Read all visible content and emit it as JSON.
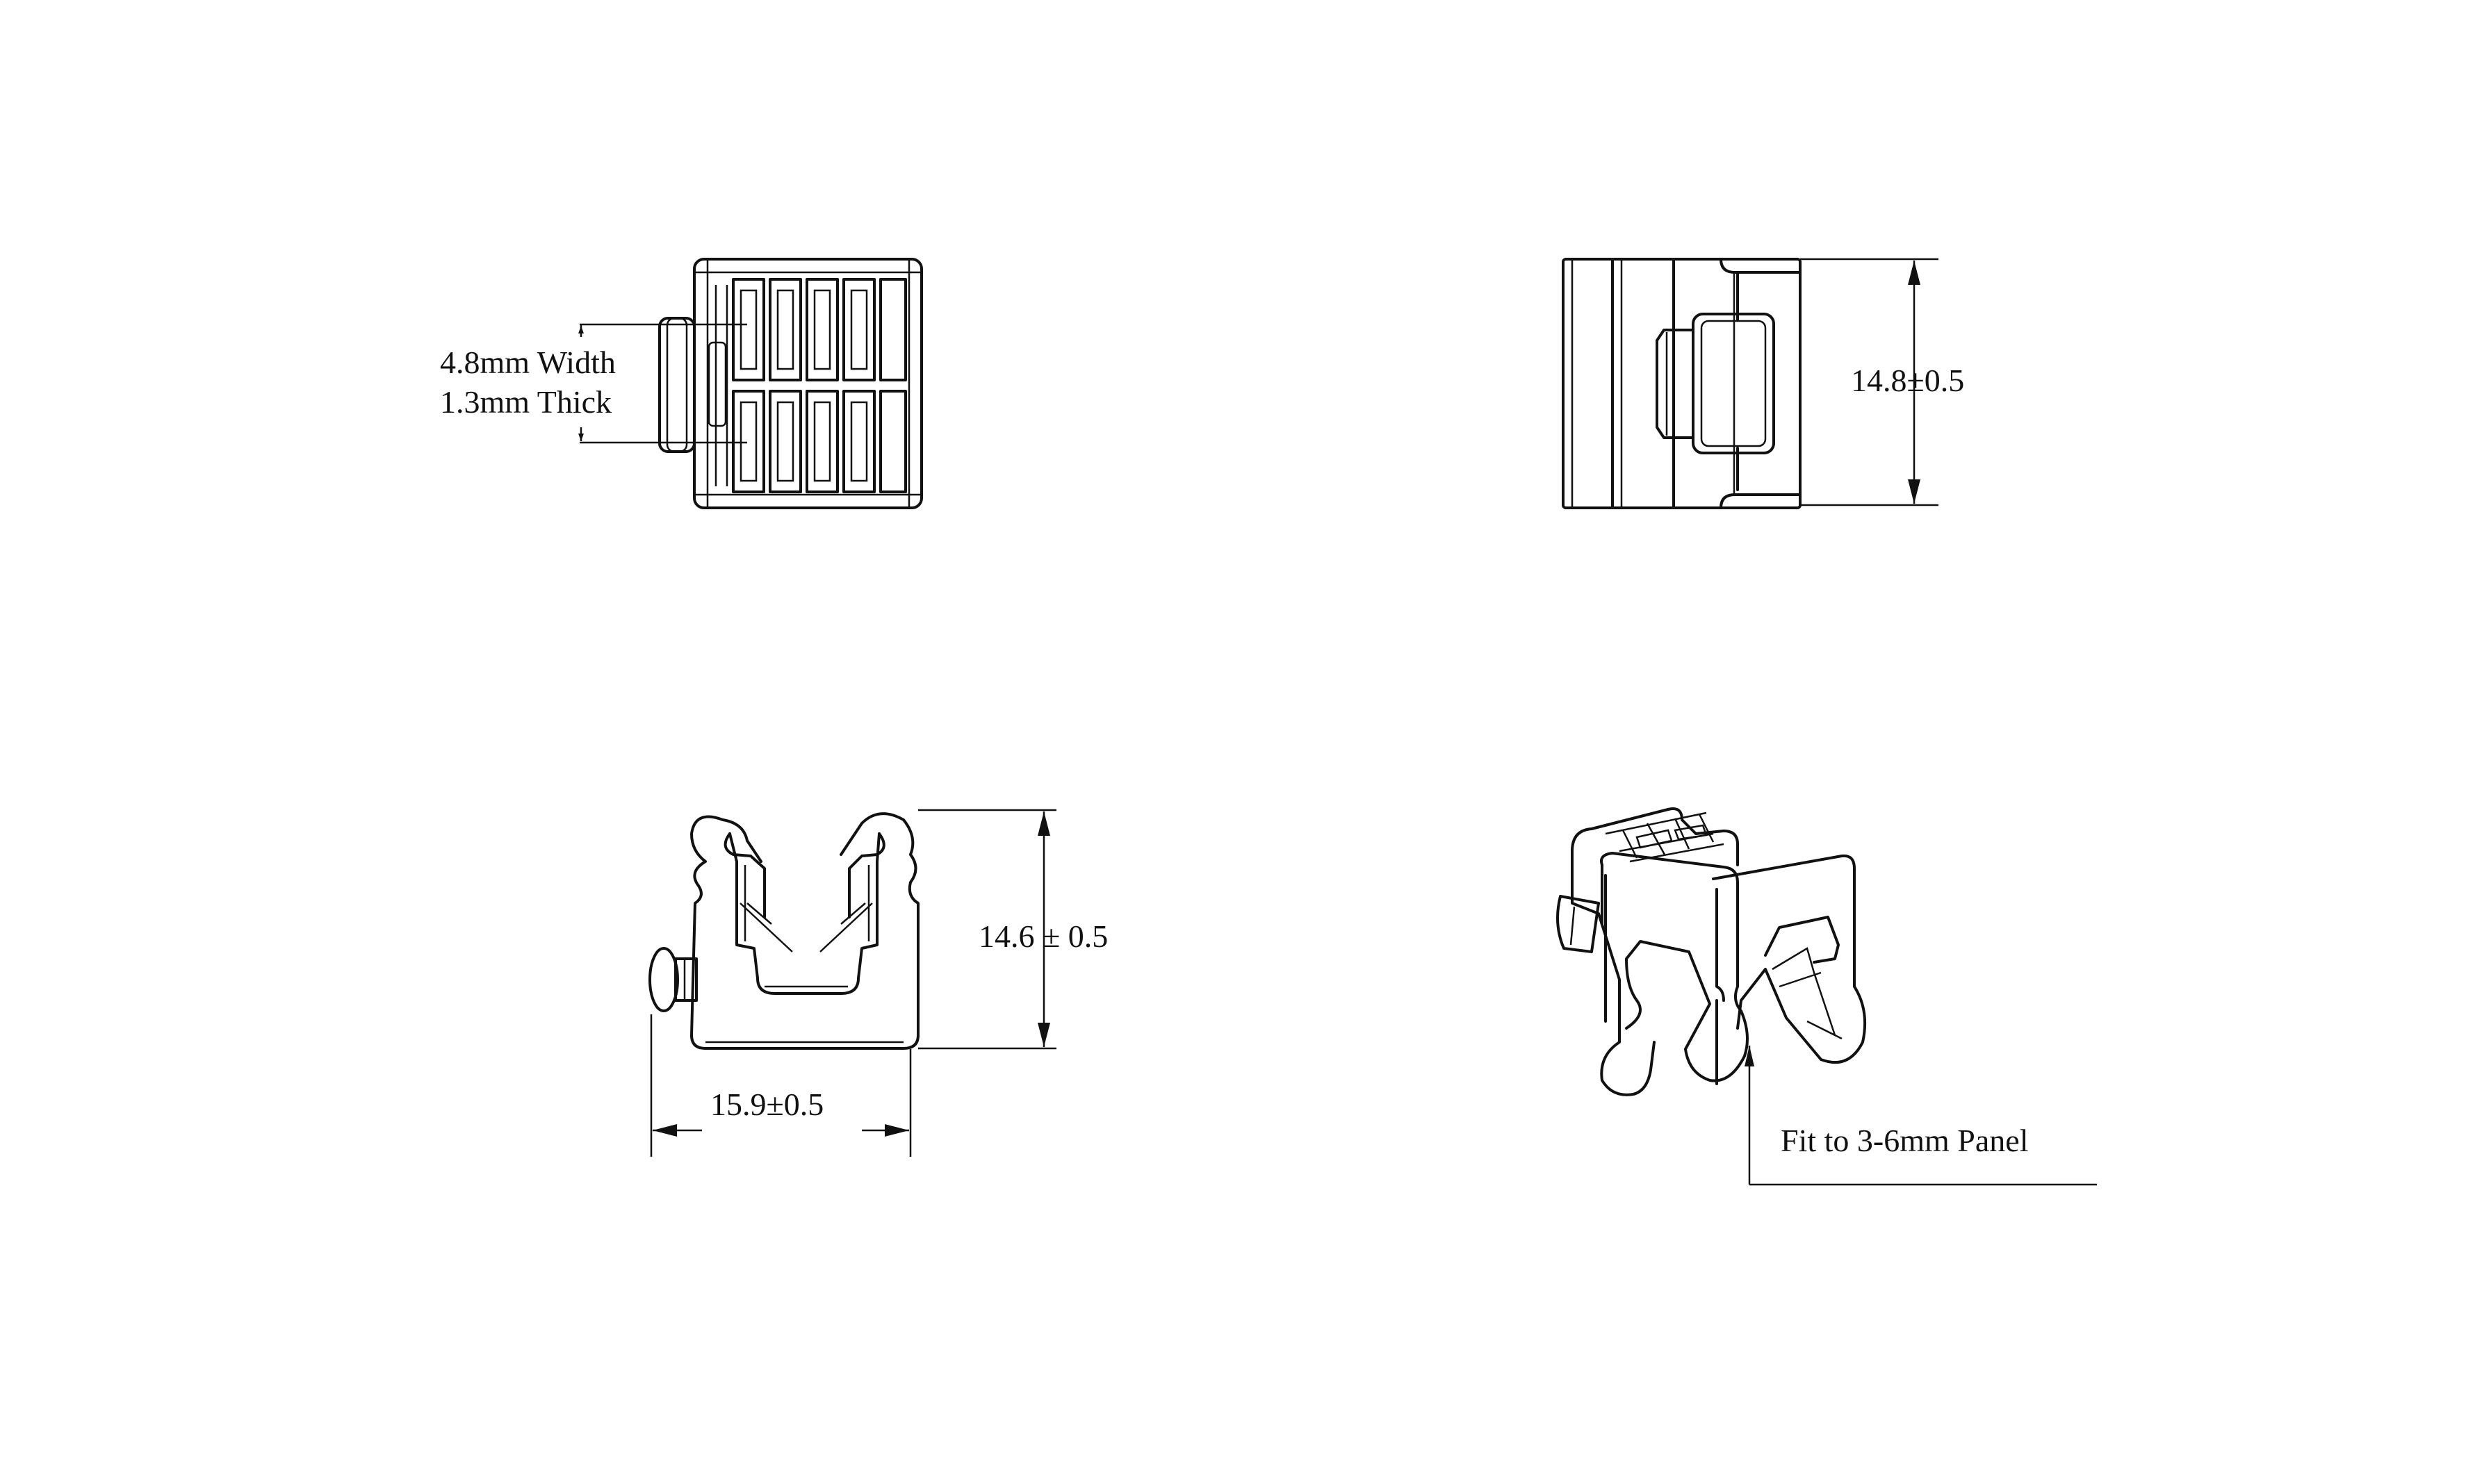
{
  "views": {
    "top_left": {
      "label_width": "4.8mm Width",
      "label_thick": "1.3mm  Thick"
    },
    "top_right": {
      "height_dimension": "14.8±0.5"
    },
    "bottom_left": {
      "height_dimension": "14.6 ± 0.5",
      "width_dimension": "15.9±0.5"
    },
    "bottom_right": {
      "callout": "Fit to 3-6mm Panel"
    }
  }
}
